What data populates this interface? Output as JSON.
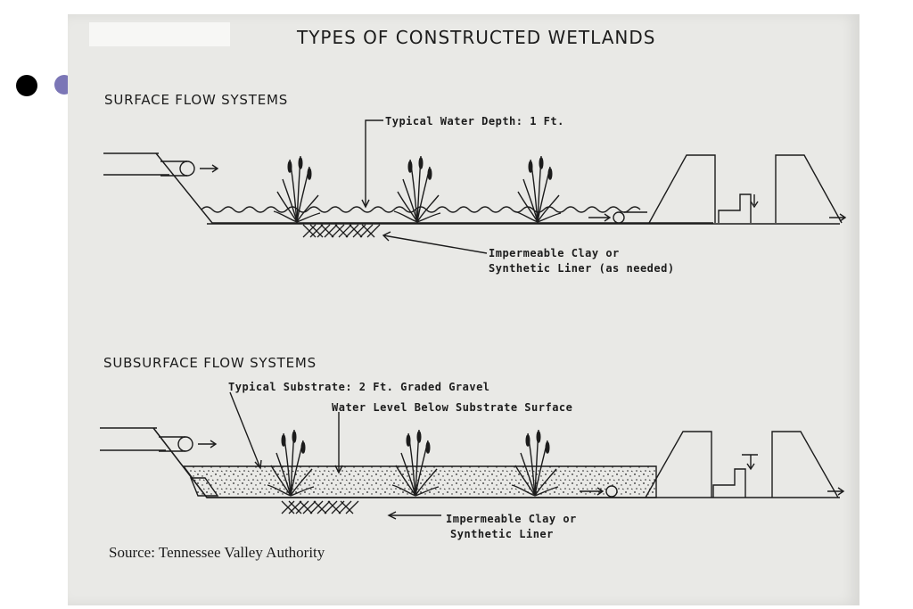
{
  "title": "TYPES OF CONSTRUCTED WETLANDS",
  "sections": {
    "surface": {
      "heading": "SURFACE FLOW SYSTEMS",
      "water_depth_label": "Typical Water Depth: 1 Ft.",
      "liner_label_line1": "Impermeable Clay or",
      "liner_label_line2": "Synthetic Liner (as needed)"
    },
    "subsurface": {
      "heading": "SUBSURFACE FLOW SYSTEMS",
      "substrate_label": "Typical Substrate: 2 Ft. Graded Gravel",
      "water_level_label": "Water Level Below Substrate Surface",
      "liner_label_line1": "Impermeable Clay or",
      "liner_label_line2": "Synthetic Liner"
    }
  },
  "source": "Source: Tennessee Valley Authority",
  "colors": {
    "slide_background": "#ffffff",
    "scan_paper": "#e9e9e6",
    "ink": "#1c1c1c",
    "bullet_dark": "#000000",
    "bullet_accent": "#7b76b6"
  }
}
